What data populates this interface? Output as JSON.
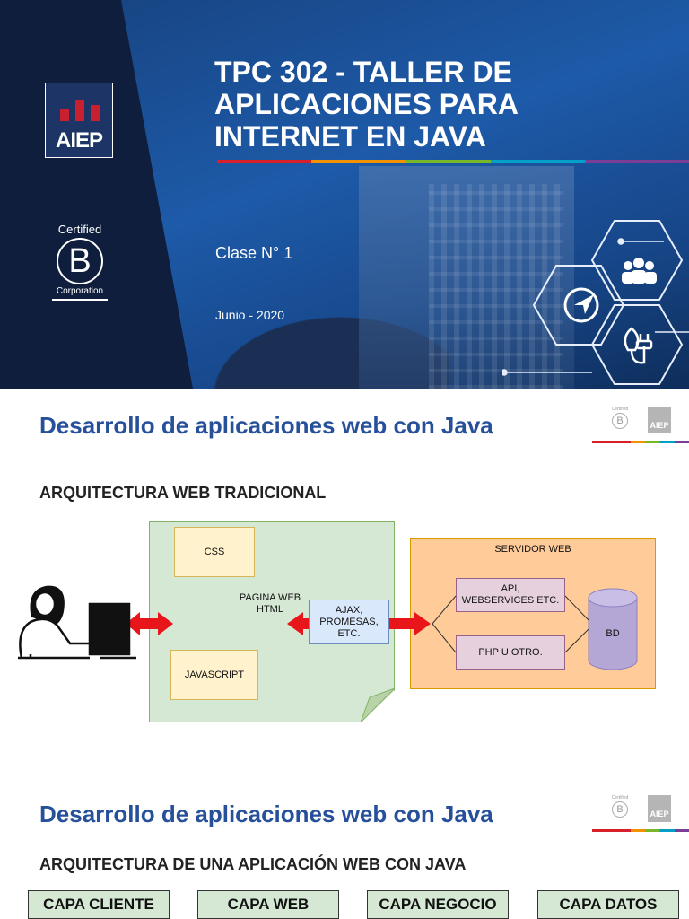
{
  "cover": {
    "title": "TPC 302 - TALLER DE APLICACIONES PARA INTERNET EN JAVA",
    "clase": "Clase N° 1",
    "fecha": "Junio - 2020",
    "logo": {
      "text": "AIEP"
    },
    "bcorp": {
      "certified": "Certified",
      "letter": "B",
      "corporation": "Corporation"
    },
    "icons": [
      "people-icon",
      "compass-icon",
      "plug-leaf-icon"
    ]
  },
  "slide2": {
    "title": "Desarrollo de aplicaciones web con Java",
    "subtitle": "ARQUITECTURA WEB TRADICIONAL",
    "brand": {
      "certified": "Certified",
      "letter": "B",
      "logo": "AIEP"
    },
    "diagram": {
      "css": "CSS",
      "pagina": "PAGINA WEB\nHTML",
      "javascript": "JAVASCRIPT",
      "ajax": "AJAX,\nPROMESAS,\nETC.",
      "servidor": "SERVIDOR WEB",
      "api": "API,\nWEBSERVICES ETC.",
      "php": "PHP U OTRO.",
      "bd": "BD"
    }
  },
  "slide3": {
    "title": "Desarrollo de aplicaciones web con Java",
    "subtitle": "ARQUITECTURA DE UNA APLICACIÓN WEB CON JAVA",
    "brand": {
      "certified": "Certified",
      "letter": "B",
      "logo": "AIEP"
    },
    "layers": [
      "CAPA CLIENTE",
      "CAPA WEB",
      "CAPA NEGOCIO",
      "CAPA DATOS"
    ]
  },
  "colors": {
    "accent": "#27509b",
    "cover_bg": "#1d5aa8",
    "panel": "#0f1e3d",
    "arrow": "#e8151b"
  }
}
